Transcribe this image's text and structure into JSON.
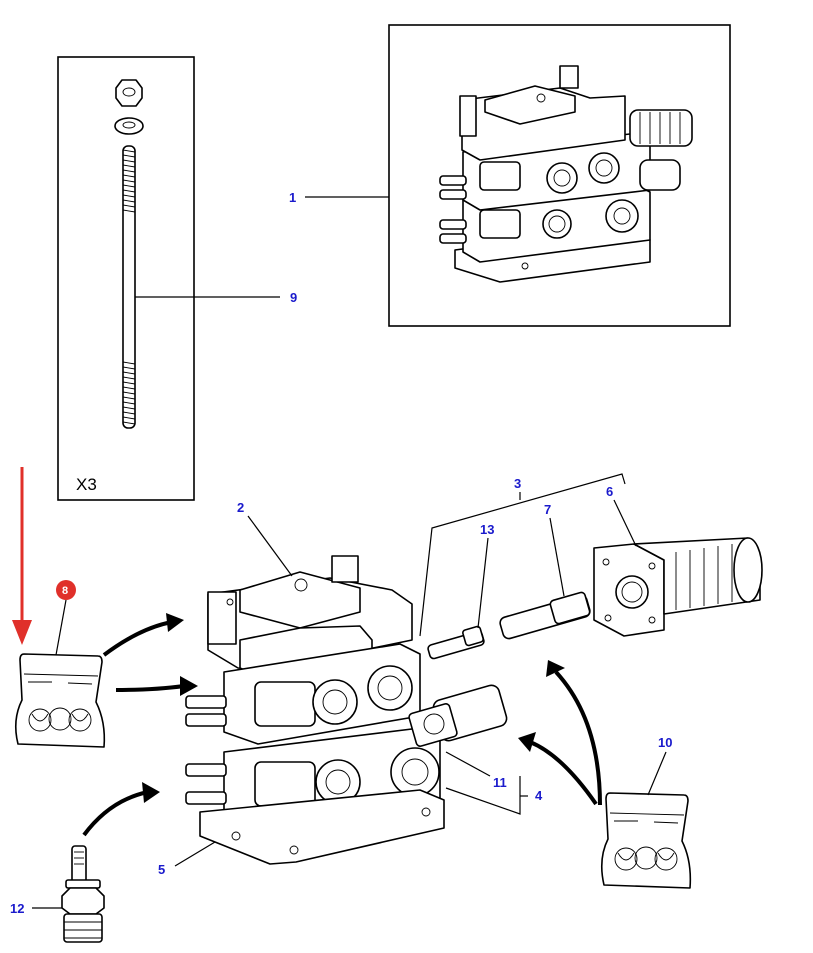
{
  "labels": {
    "p1": "1",
    "p2": "2",
    "p3": "3",
    "p4": "4",
    "p5": "5",
    "p6": "6",
    "p7": "7",
    "p8": "8",
    "p9": "9",
    "p10": "10",
    "p11": "11",
    "p12": "12",
    "p13": "13"
  },
  "quantity_label": "X3",
  "colors": {
    "callout_text": "#1a1acc",
    "highlight_badge": "#e0302a",
    "highlight_arrow": "#e0302a",
    "line_art": "#000000"
  }
}
